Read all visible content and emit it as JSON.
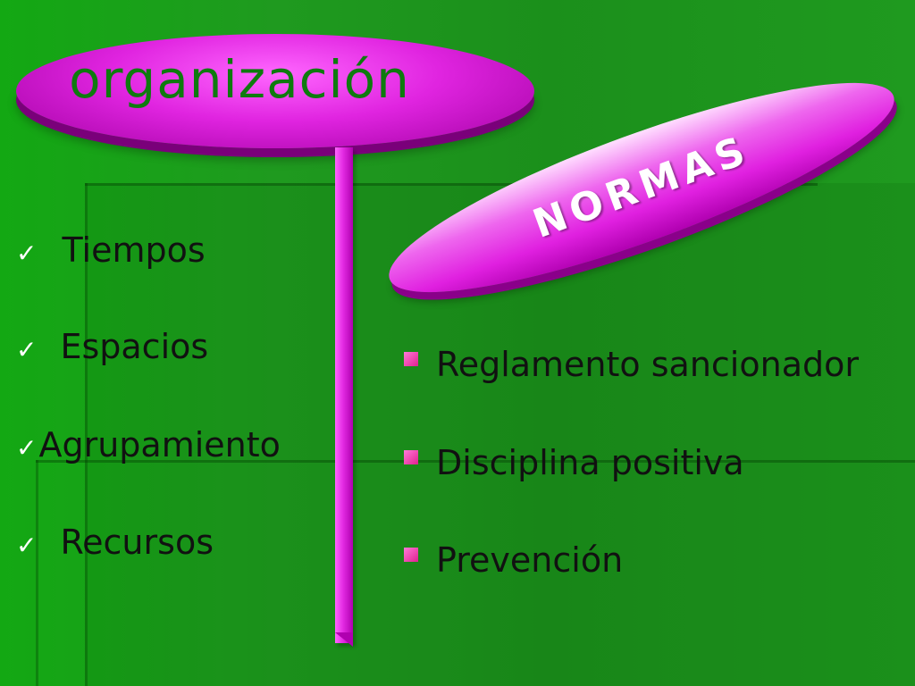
{
  "title": "organización",
  "normas_label": "NORMAS",
  "left_list": {
    "items": [
      {
        "label": "Tiempos",
        "icon": "checkmark-icon"
      },
      {
        "label": "Espacios",
        "icon": "checkmark-icon"
      },
      {
        "label": "Agrupamiento",
        "icon": "checkmark-icon"
      },
      {
        "label": "Recursos",
        "icon": "checkmark-icon"
      }
    ]
  },
  "right_list": {
    "items": [
      {
        "label": "Reglamento sancionador",
        "icon": "square-bullet-icon"
      },
      {
        "label": "Disciplina positiva",
        "icon": "square-bullet-icon"
      },
      {
        "label": "Prevención",
        "icon": "square-bullet-icon"
      }
    ]
  },
  "colors": {
    "background": "#1b9a1b",
    "accent_magenta": "#e020e0",
    "title_text": "#0f7a0f",
    "normas_text": "#ffffff",
    "bullet": "#e0208f"
  }
}
